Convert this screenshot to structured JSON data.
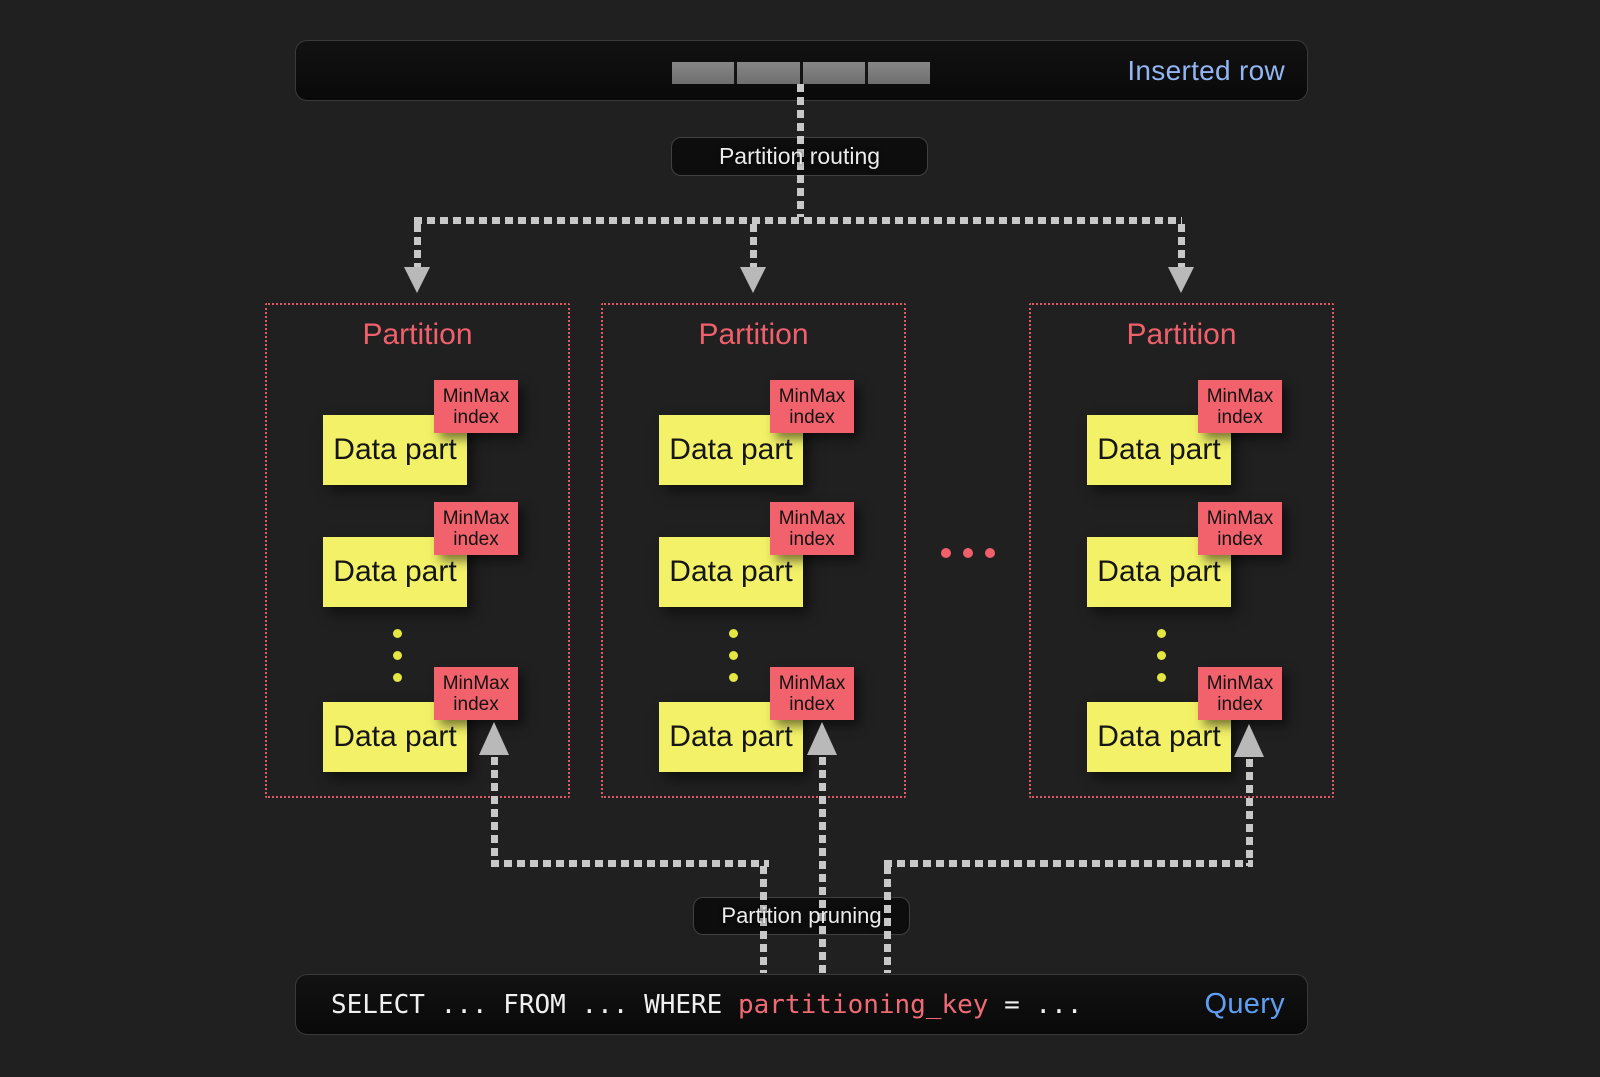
{
  "inserted_row_bar": {
    "label": "Inserted row",
    "cell_count": 4
  },
  "routing_label": "Partition routing",
  "pruning_label": "Partition pruning",
  "partitions": [
    {
      "title": "Partition",
      "parts": [
        {
          "label": "Data part",
          "index_label": "MinMax index"
        },
        {
          "label": "Data part",
          "index_label": "MinMax index"
        },
        {
          "label": "Data part",
          "index_label": "MinMax index"
        }
      ]
    },
    {
      "title": "Partition",
      "parts": [
        {
          "label": "Data part",
          "index_label": "MinMax index"
        },
        {
          "label": "Data part",
          "index_label": "MinMax index"
        },
        {
          "label": "Data part",
          "index_label": "MinMax index"
        }
      ]
    },
    {
      "title": "Partition",
      "parts": [
        {
          "label": "Data part",
          "index_label": "MinMax index"
        },
        {
          "label": "Data part",
          "index_label": "MinMax index"
        },
        {
          "label": "Data part",
          "index_label": "MinMax index"
        }
      ]
    }
  ],
  "query_bar": {
    "sql_before": "SELECT ... FROM ... WHERE ",
    "sql_key": "partitioning_key",
    "sql_after": " = ...",
    "label": "Query"
  },
  "colors": {
    "accent_red": "#f0606c",
    "part_yellow": "#f2f167",
    "minmax_red": "#f2626d",
    "inserted_row_blue": "#92b6f3",
    "query_blue": "#5f9ef2",
    "dash_gray": "#c8c8c8"
  }
}
